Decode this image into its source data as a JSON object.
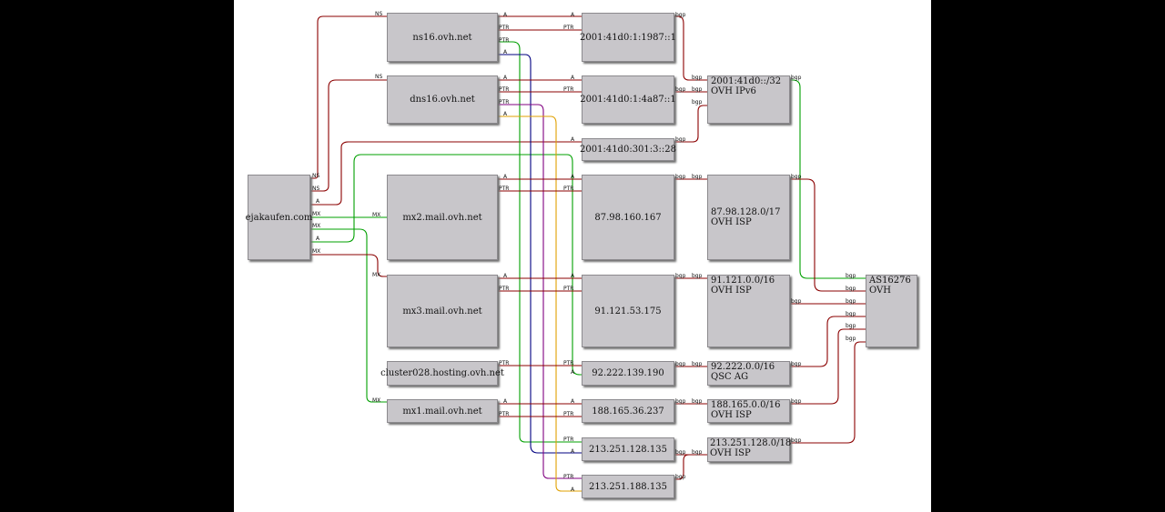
{
  "nodes": {
    "domain": "ejakaufen.com",
    "ns16": "ns16.ovh.net",
    "dns16": "dns16.ovh.net",
    "mx2": "mx2.mail.ovh.net",
    "mx3": "mx3.mail.ovh.net",
    "cluster": "cluster028.hosting.ovh.net",
    "mx1": "mx1.mail.ovh.net",
    "ip6_a": "2001:41d0:1:1987::1",
    "ip6_b": "2001:41d0:1:4a87::1",
    "ip6_c": "2001:41d0:301:3::28",
    "ip_87": "87.98.160.167",
    "ip_91": "91.121.53.175",
    "ip_92": "92.222.139.190",
    "ip_188": "188.165.36.237",
    "ip_213a": "213.251.128.135",
    "ip_213b": "213.251.188.135",
    "net6": {
      "line1": "2001:41d0::/32",
      "line2": "OVH IPv6"
    },
    "net87": {
      "line1": "87.98.128.0/17",
      "line2": "OVH ISP"
    },
    "net91": {
      "line1": "91.121.0.0/16",
      "line2": "OVH ISP"
    },
    "net92": {
      "line1": "92.222.0.0/16",
      "line2": "QSC AG"
    },
    "net188": {
      "line1": "188.165.0.0/16",
      "line2": "OVH ISP"
    },
    "net213": {
      "line1": "213.251.128.0/18",
      "line2": "OVH ISP"
    },
    "as": {
      "line1": "AS16276",
      "line2": "OVH"
    }
  },
  "edge_labels": {
    "ns": "NS",
    "mx": "MX",
    "a": "A",
    "ptr": "PTR",
    "bgp": "bgp"
  },
  "colors": {
    "red": "#8b0000",
    "green": "#00a000",
    "navy": "#000080",
    "purple": "#800080",
    "orange": "#e0a000",
    "node": "#c8c6ca"
  }
}
